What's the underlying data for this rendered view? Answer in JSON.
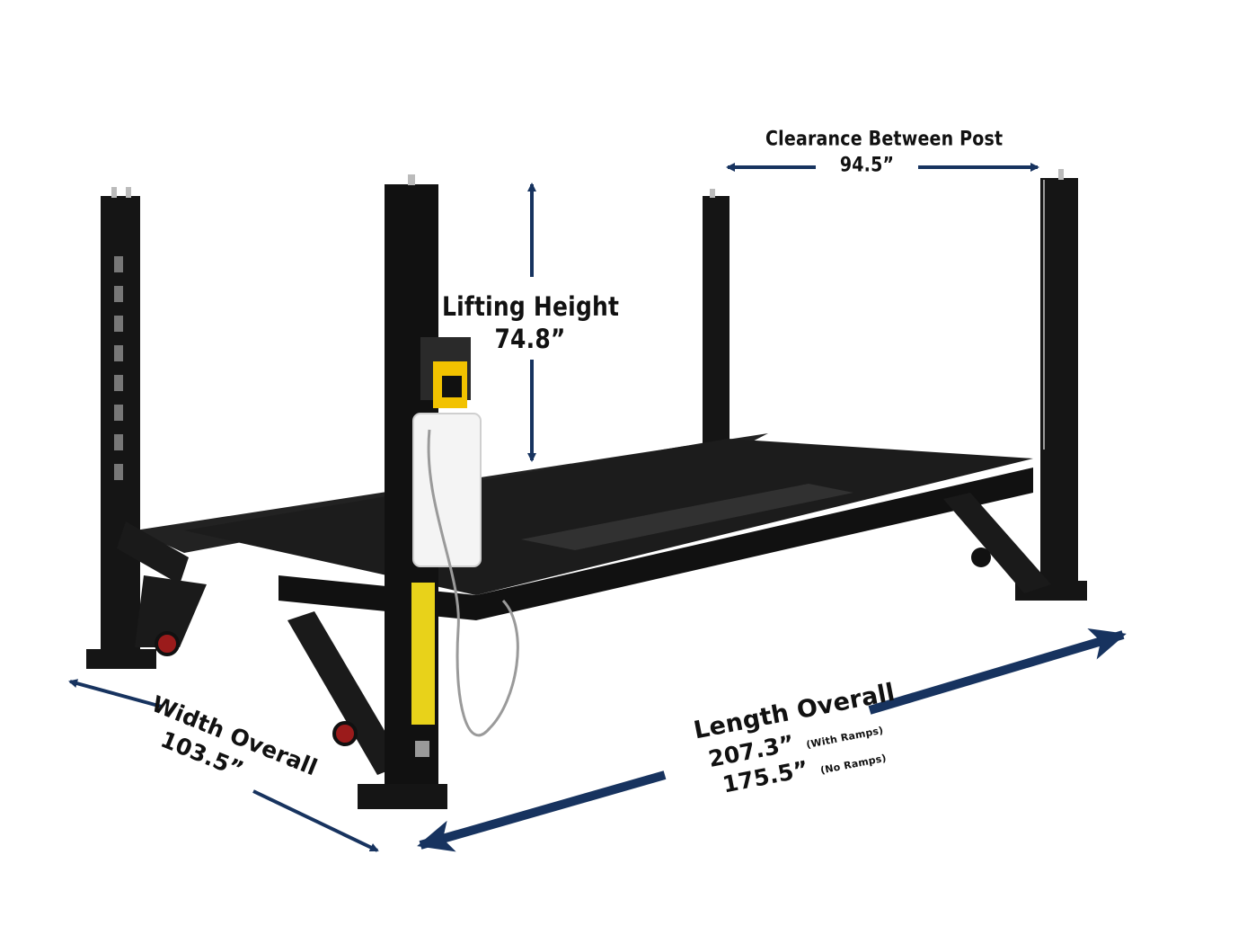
{
  "clearance": {
    "title": "Clearance Between Post",
    "value": "94.5”"
  },
  "lifting": {
    "title": "Lifting Height",
    "value": "74.8”"
  },
  "width": {
    "title": "Width Overall",
    "value": "103.5”"
  },
  "length": {
    "title": "Length Overall",
    "with_ramps_value": "207.3”",
    "with_ramps_note": "(With Ramps)",
    "no_ramps_value": "175.5”",
    "no_ramps_note": "(No Ramps)"
  },
  "colors": {
    "arrow": "#17335f",
    "lift_body": "#151515",
    "label_yellow": "#e8d21a",
    "accent_yellow": "#f2c200",
    "tank_white": "#f4f4f4",
    "wheel_red": "#9b1b1b"
  },
  "icons": [
    "four-post-lift-illustration",
    "dimension-arrow"
  ]
}
